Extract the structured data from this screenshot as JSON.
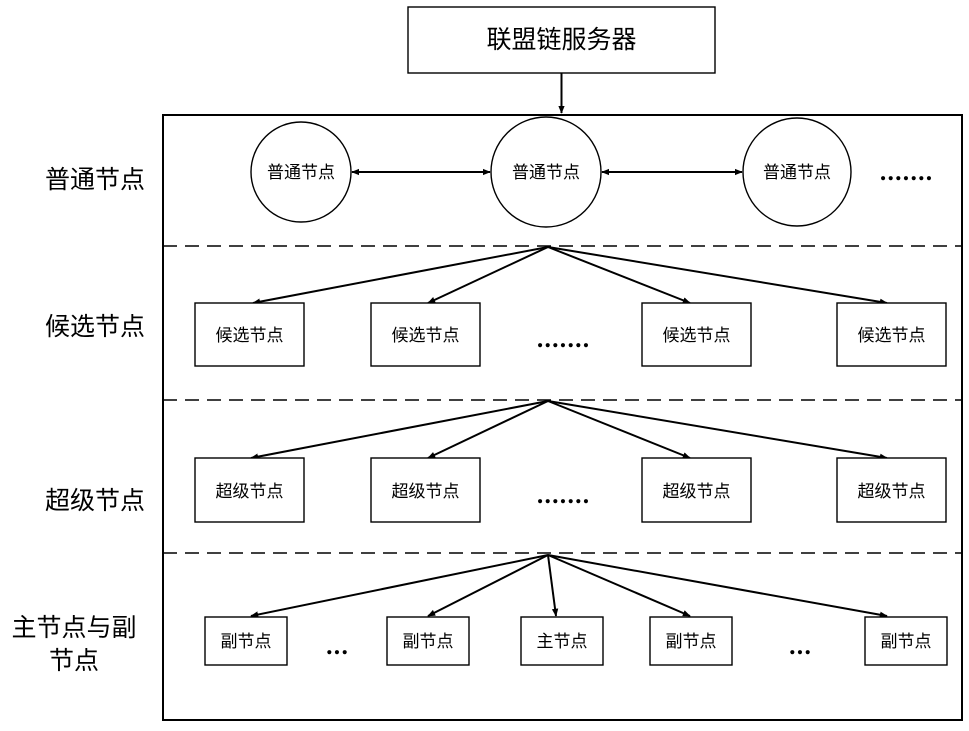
{
  "server": {
    "label": "联盟链服务器"
  },
  "layers": [
    {
      "id": "ordinary",
      "label_lines": [
        "普通节点"
      ]
    },
    {
      "id": "candidate",
      "label_lines": [
        "候选节点"
      ]
    },
    {
      "id": "super",
      "label_lines": [
        "超级节点"
      ]
    },
    {
      "id": "main-sub",
      "label_lines": [
        "主节点与副",
        "节点"
      ]
    }
  ],
  "ordinary_nodes": {
    "labels": [
      "普通节点",
      "普通节点",
      "普通节点"
    ],
    "ellipsis": "......."
  },
  "candidate_nodes": {
    "labels": [
      "候选节点",
      "候选节点",
      "候选节点",
      "候选节点"
    ],
    "ellipsis": "......."
  },
  "super_nodes": {
    "labels": [
      "超级节点",
      "超级节点",
      "超级节点",
      "超级节点"
    ],
    "ellipsis": "......."
  },
  "bottom_nodes": {
    "items": [
      {
        "type": "box",
        "label": "副节点"
      },
      {
        "type": "dots",
        "label": "..."
      },
      {
        "type": "box",
        "label": "副节点"
      },
      {
        "type": "box",
        "label": "主节点"
      },
      {
        "type": "box",
        "label": "副节点"
      },
      {
        "type": "dots",
        "label": "..."
      },
      {
        "type": "box",
        "label": "副节点"
      }
    ]
  }
}
